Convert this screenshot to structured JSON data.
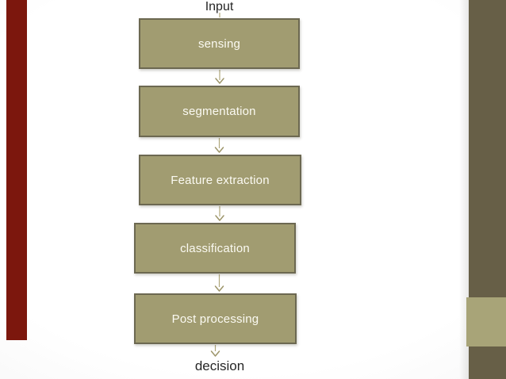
{
  "slide": {
    "theme_colors": {
      "left_accent_bar": "#7c170d",
      "right_accent_bar": "#675f47",
      "right_accent_square": "#a8a478",
      "box_fill": "#a19c71",
      "box_border": "#6c6851",
      "box_text": "#fbfaf2",
      "arrow": "#a39b6f",
      "label_text": "#262626"
    }
  },
  "flowchart": {
    "input_label": "Input",
    "output_label": "decision",
    "steps": [
      {
        "label": "sensing"
      },
      {
        "label": "segmentation"
      },
      {
        "label": "Feature extraction"
      },
      {
        "label": "classification"
      },
      {
        "label": "Post processing"
      }
    ]
  }
}
